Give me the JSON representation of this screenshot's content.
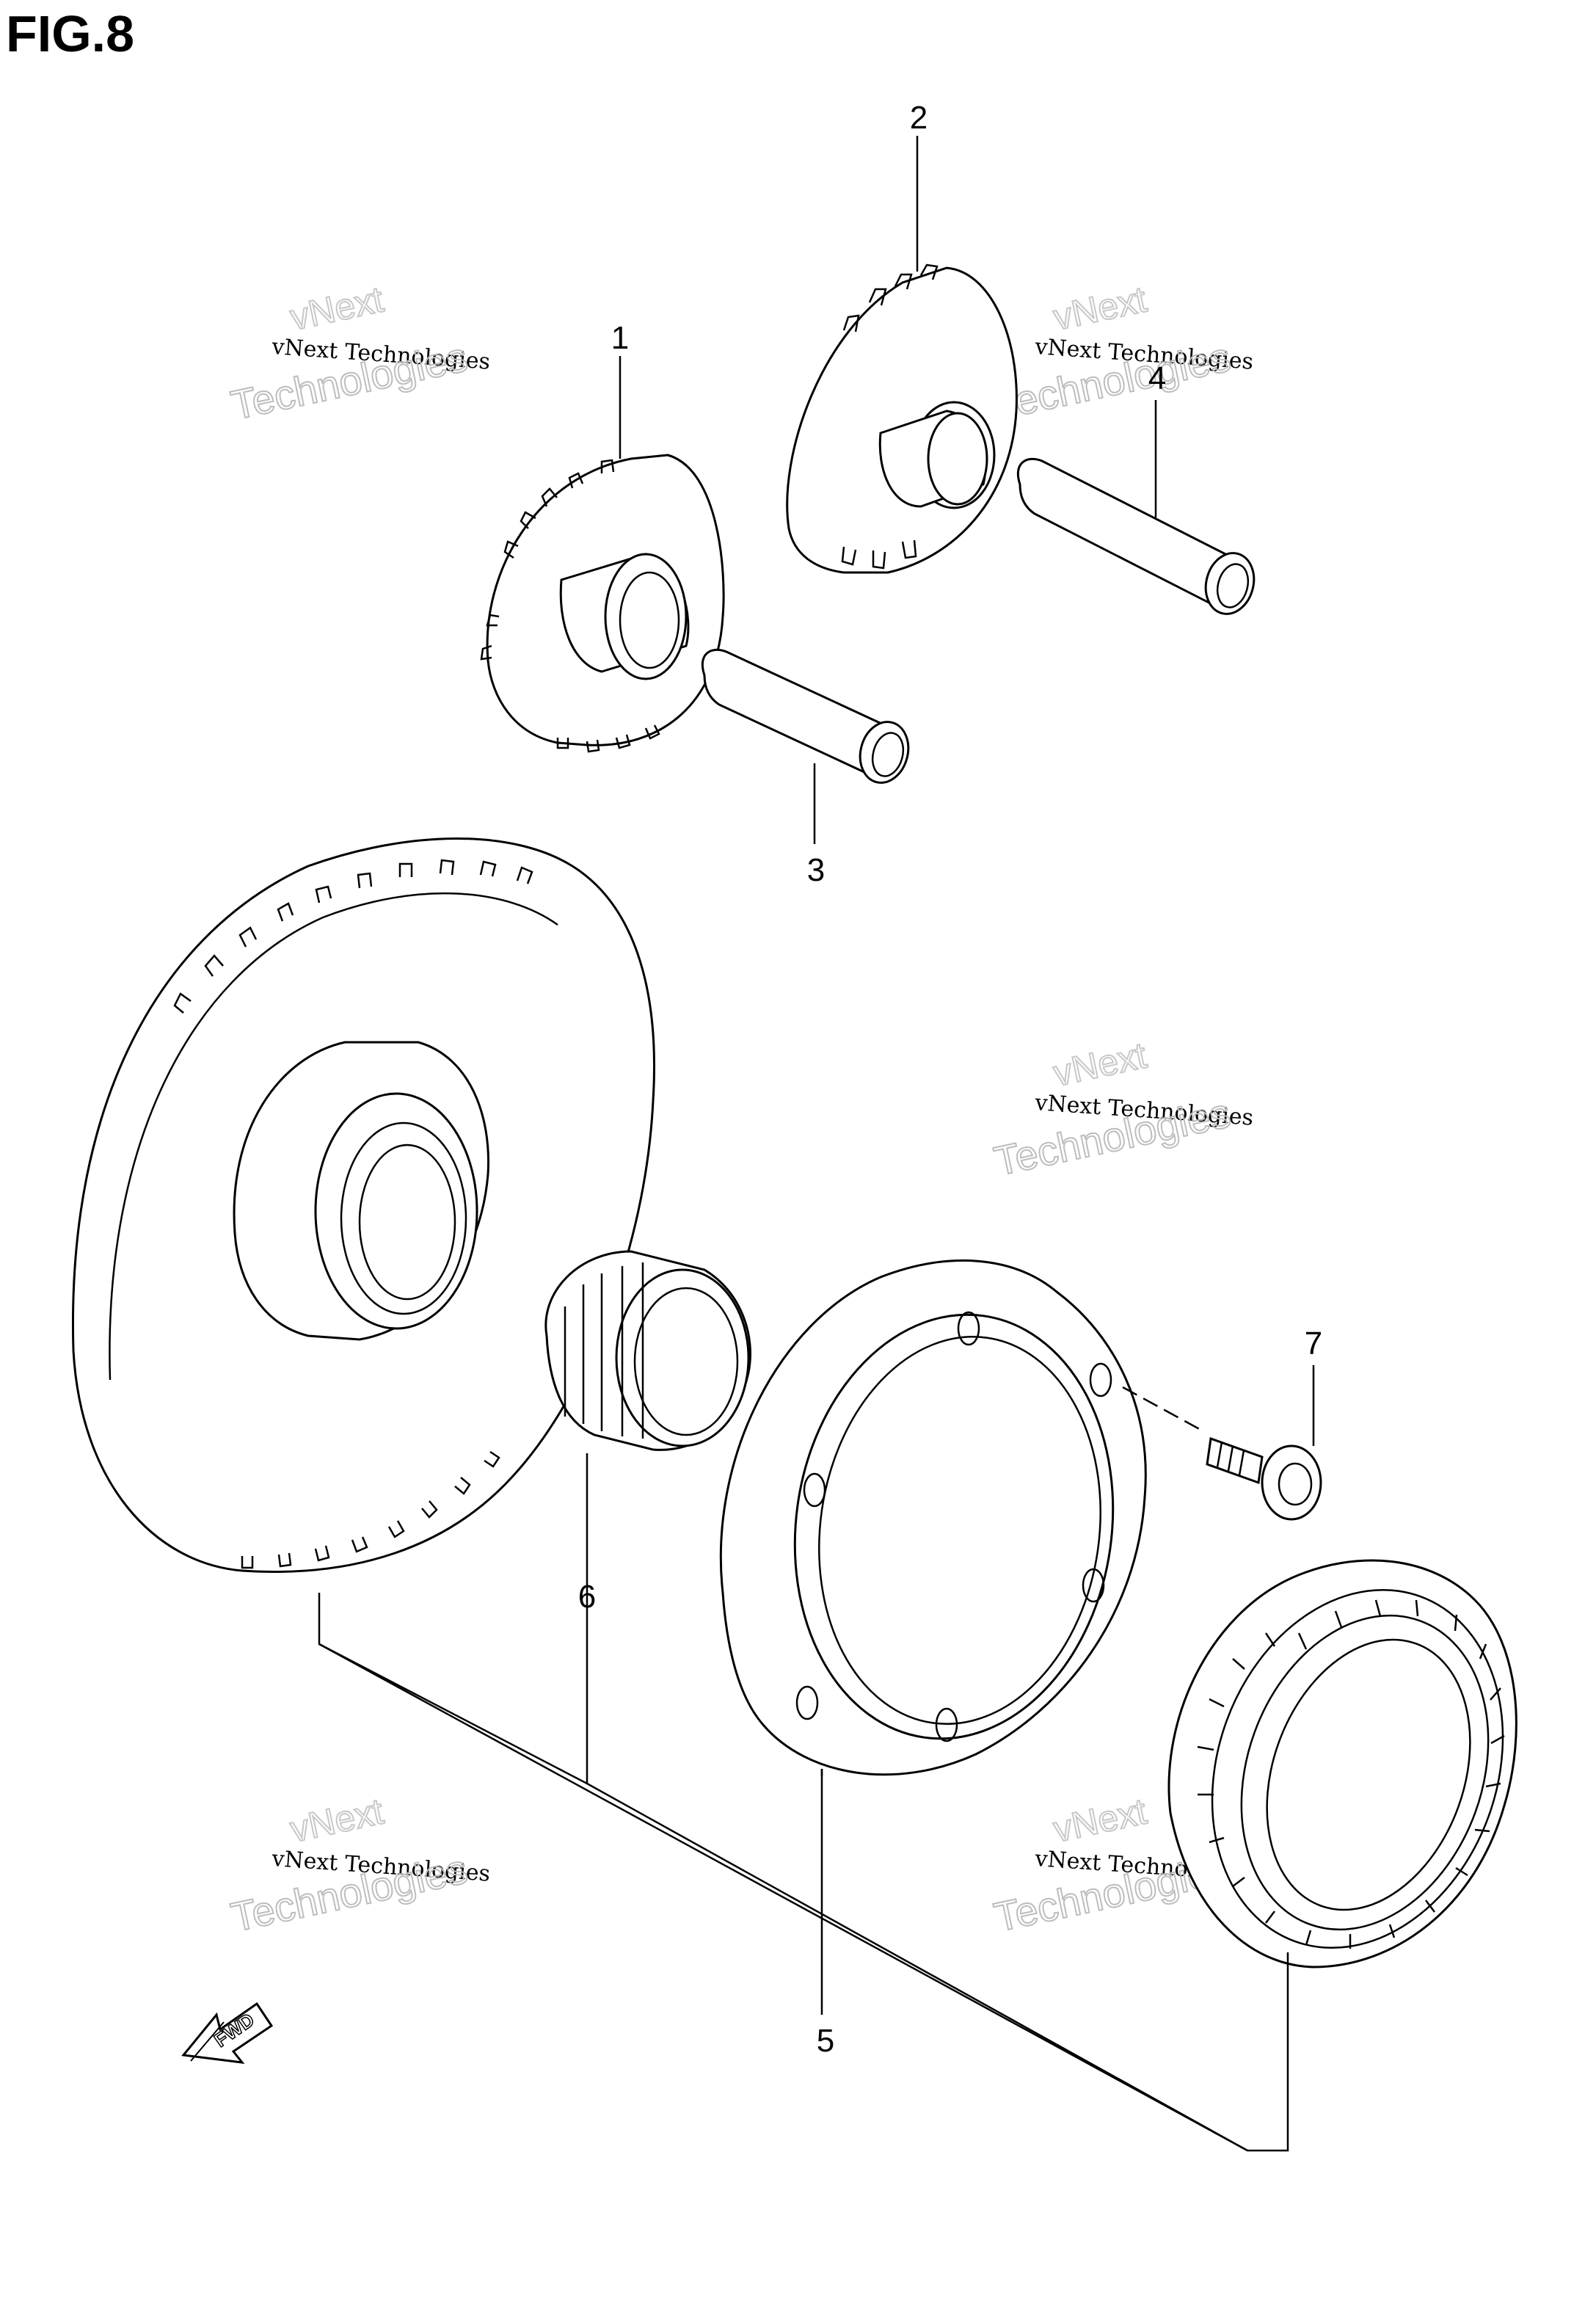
{
  "figure": {
    "title": "FIG.8"
  },
  "callouts": [
    "1",
    "2",
    "3",
    "4",
    "5",
    "6",
    "7"
  ],
  "watermark": {
    "brand": "vNext",
    "line": "vNext Technologies",
    "word": "Technologies"
  },
  "direction": {
    "label": "FWD"
  }
}
